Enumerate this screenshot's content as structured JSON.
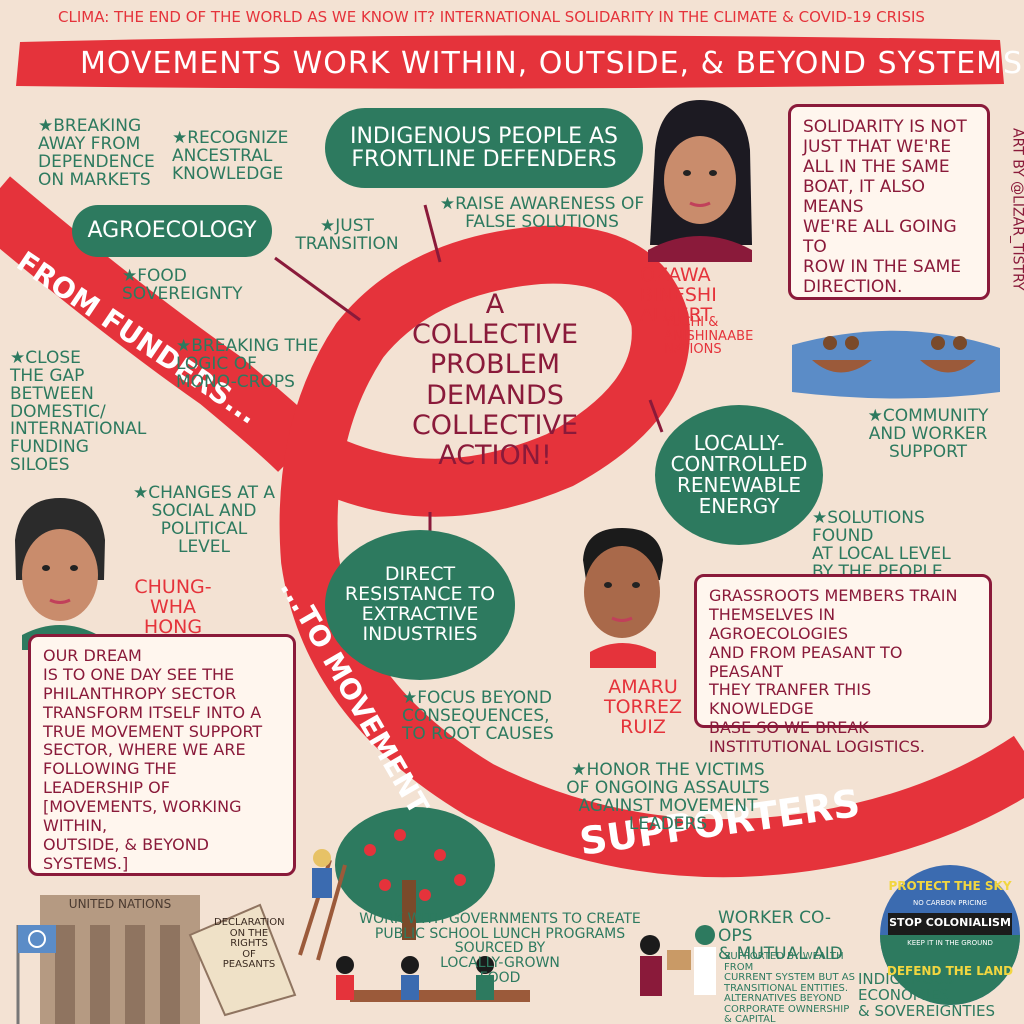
{
  "header": {
    "subtitle": "CLIMA: THE END OF THE WORLD AS WE KNOW IT? INTERNATIONAL SOLIDARITY IN THE CLIMATE & COVID-19 CRISIS",
    "title": "MOVEMENTS WORK WITHIN, OUTSIDE, & BEYOND SYSTEMS"
  },
  "credit": "ART BY @LIZAR_TISTRY",
  "center": {
    "text": "A\nCOLLECTIVE\nPROBLEM\nDEMANDS\nCOLLECTIVE\nACTION!"
  },
  "ribbon": {
    "from": "FROM FUNDERS...",
    "to1": "...TO MOVEMENT",
    "to2": "SUPPORTERS"
  },
  "blobs": {
    "agroecology": "AGROECOLOGY",
    "indigenous": "INDIGENOUS PEOPLE AS\nFRONTLINE DEFENDERS",
    "renewable": "LOCALLY-\nCONTROLLED\nRENEWABLE\nENERGY",
    "resistance": "DIRECT\nRESISTANCE TO\nEXTRACTIVE\nINDUSTRIES"
  },
  "notes": {
    "markets": "BREAKING\nAWAY FROM\nDEPENDENCE\nON MARKETS",
    "ancestral": "RECOGNIZE\nANCESTRAL\nKNOWLEDGE",
    "awareness": "RAISE AWARENESS OF\nFALSE SOLUTIONS",
    "transition": "JUST\nTRANSITION",
    "food": "FOOD\nSOVEREIGNTY",
    "monocrops": "BREAKING THE\nLOGIC OF\nMONO-CROPS",
    "gap": "CLOSE\nTHE GAP\nBETWEEN\nDOMESTIC/\nINTERNATIONAL\nFUNDING\nSILOES",
    "social": "CHANGES AT A\nSOCIAL AND\nPOLITICAL\nLEVEL",
    "community": "COMMUNITY\nAND WORKER\nSUPPORT",
    "local": "SOLUTIONS FOUND\nAT LOCAL LEVEL\nBY THE PEOPLE",
    "focus": "FOCUS BEYOND\nCONSEQUENCES,\nTO ROOT CAUSES",
    "honor": "HONOR THE VICTIMS\nOF ONGOING ASSAULTS\nAGAINST MOVEMENT LEADERS",
    "schools": "WORK WITH GOVERNMENTS TO CREATE\nPUBLIC SCHOOL LUNCH PROGRAMS\nSOURCED BY\nLOCALLY-GROWN\nFOOD",
    "coops": "WORKER CO-OPS\n& MUTUAL AID",
    "supported": "SUPPORTED BY WEALTH FROM\nCURRENT SYSTEM BUT AS\nTRANSITIONAL ENTITIES.\nALTERNATIVES BEYOND\nCORPORATE OWNERSHIP\n& CAPITAL",
    "economies": "INDIGENOUS ECONOMIES\n& SOVEREIGNTIES"
  },
  "people": {
    "ozawa": {
      "name": "OZAWA BINESHI\nALBERT",
      "affiliation": "YUCHI &\nANISHINAABE\nNATIONS",
      "quote": "SOLIDARITY IS NOT\nJUST THAT WE'RE\nALL IN THE SAME\nBOAT, IT ALSO MEANS\nWE'RE ALL GOING TO\nROW IN THE SAME\nDIRECTION."
    },
    "chung": {
      "name": "CHUNG-WHA\nHONG",
      "quote": "OUR DREAM\nIS TO ONE DAY SEE THE\nPHILANTHROPY SECTOR\nTRANSFORM ITSELF INTO A\nTRUE MOVEMENT SUPPORT\nSECTOR, WHERE WE ARE\nFOLLOWING THE LEADERSHIP OF\n[MOVEMENTS, WORKING WITHIN,\nOUTSIDE, & BEYOND SYSTEMS.]"
    },
    "amaru": {
      "name": "AMARU\nTORREZ RUIZ",
      "quote": "GRASSROOTS MEMBERS TRAIN\nTHEMSELVES IN AGROECOLOGIES\nAND FROM PEASANT TO PEASANT\nTHEY TRANFER THIS KNOWLEDGE\nBASE SO WE BREAK\nINSTITUTIONAL LOGISTICS."
    }
  },
  "un": {
    "sign": "UNITED NATIONS",
    "scroll": "DECLARATION\nON THE\nRIGHTS\nOF\nPEASANTS"
  },
  "badge": {
    "top": "PROTECT THE SKY",
    "small1": "NO CARBON PRICING",
    "main": "STOP COLONIALISM",
    "small2": "KEEP IT IN THE GROUND",
    "bottom": "DEFEND THE LAND"
  },
  "colors": {
    "background": "#f3e2d3",
    "ribbon": "#e5333b",
    "green": "#2d7a5f",
    "maroon": "#8a1a3a"
  }
}
